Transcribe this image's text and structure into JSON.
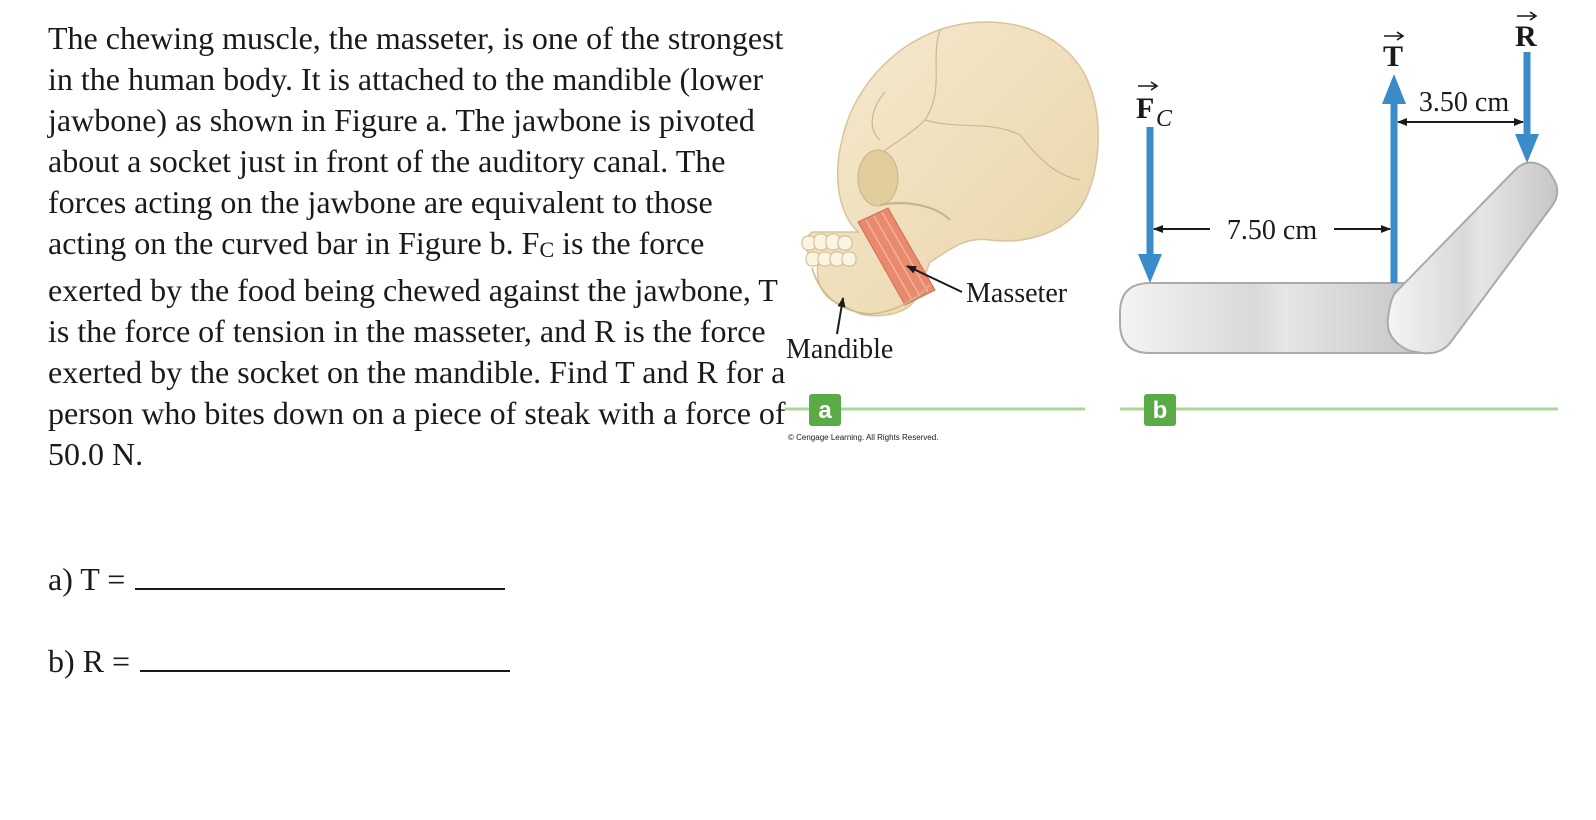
{
  "problem": {
    "text_before_sub": "The chewing muscle, the masseter, is one of the strongest in the human body. It is attached to the mandible (lower jawbone) as shown in Figure a. The jawbone is pivoted about a socket just in front of the auditory canal. The forces acting on the jawbone are equivalent to those acting on the curved bar in Figure b. F",
    "sub": "C",
    "text_after_sub": " is the force exerted by the food being chewed against the jawbone, T is the force of tension in the masseter, and R is the force exerted by the socket on the mandible. Find T and R for a person who bites down on a piece of steak with a force of 50.0 N."
  },
  "answers": {
    "a_label": "a) T =",
    "b_label": "b) R ="
  },
  "figure_a": {
    "masseter_label": "Masseter",
    "mandible_label": "Mandible",
    "badge": "a",
    "copyright": "© Cengage Learning. All Rights Reserved."
  },
  "figure_b": {
    "fc_label": "F",
    "fc_sub": "C",
    "t_label": "T",
    "r_label": "R",
    "dim_1": "7.50 cm",
    "dim_2": "3.50 cm",
    "badge": "b"
  },
  "colors": {
    "arrow_blue": "#3a8cc8",
    "badge_green": "#5aaa46",
    "line_green": "#a8d898",
    "bone": "#efe0bf",
    "muscle": "#e98a6e"
  }
}
